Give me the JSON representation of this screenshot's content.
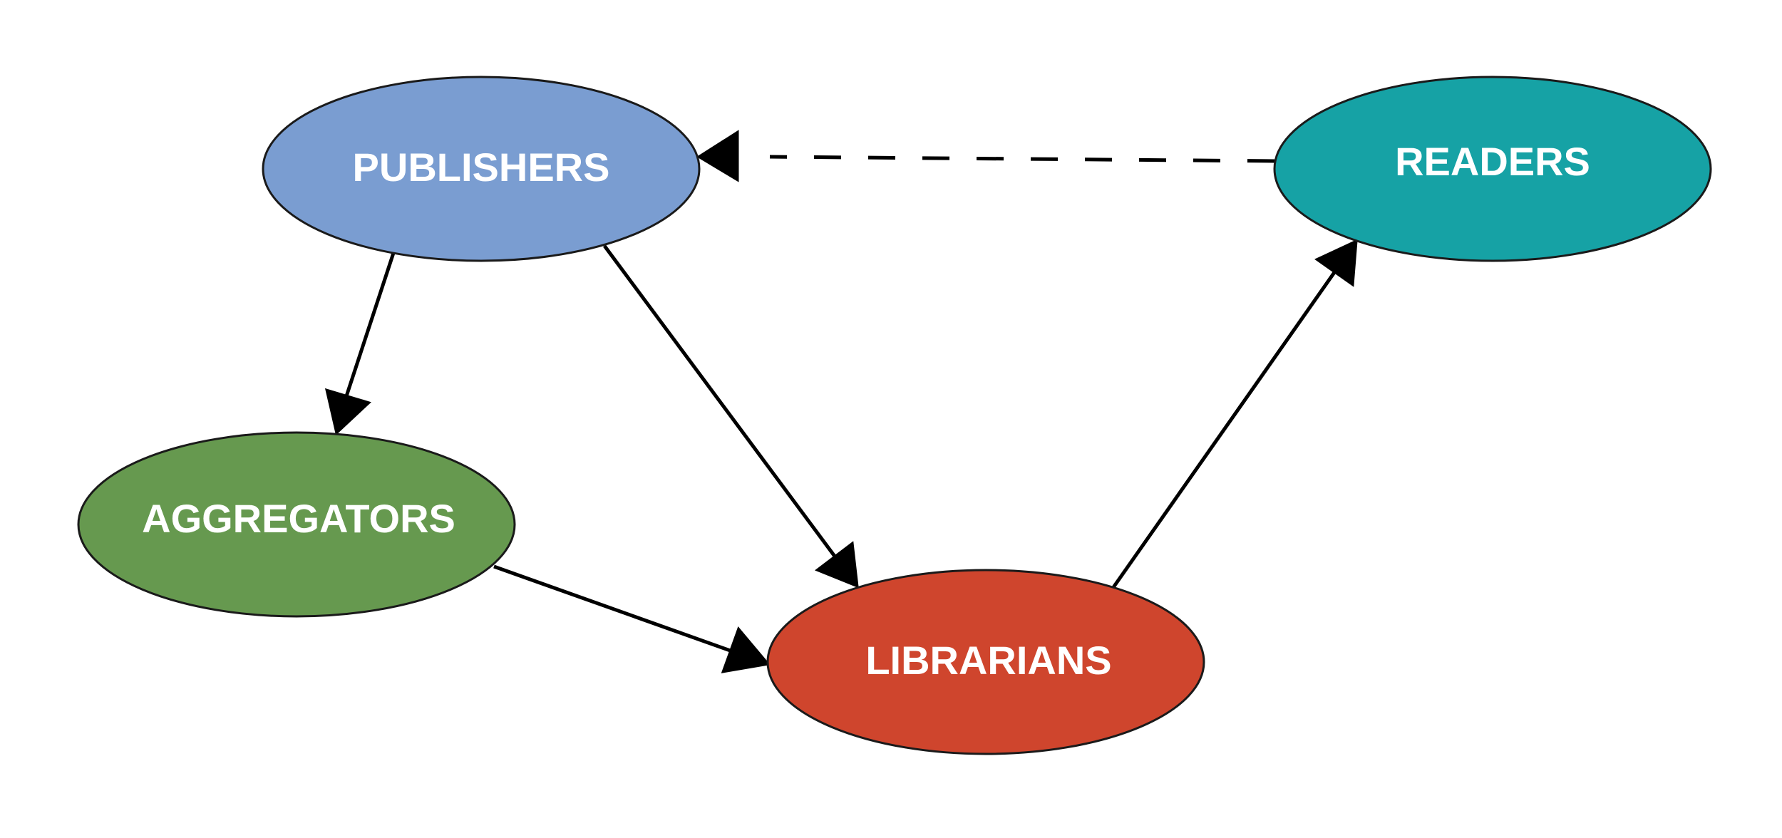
{
  "diagram": {
    "nodes": [
      {
        "id": "publishers",
        "label": "PUBLISHERS",
        "color": "#7a9dd1"
      },
      {
        "id": "readers",
        "label": "READERS",
        "color": "#16a2a5"
      },
      {
        "id": "aggregators",
        "label": "AGGREGATORS",
        "color": "#66994f"
      },
      {
        "id": "librarians",
        "label": "LIBRARIANS",
        "color": "#cf452d"
      }
    ],
    "edges": [
      {
        "from": "readers",
        "to": "publishers",
        "style": "dashed"
      },
      {
        "from": "publishers",
        "to": "aggregators",
        "style": "solid"
      },
      {
        "from": "publishers",
        "to": "librarians",
        "style": "solid"
      },
      {
        "from": "aggregators",
        "to": "librarians",
        "style": "solid"
      },
      {
        "from": "librarians",
        "to": "readers",
        "style": "solid"
      }
    ]
  }
}
